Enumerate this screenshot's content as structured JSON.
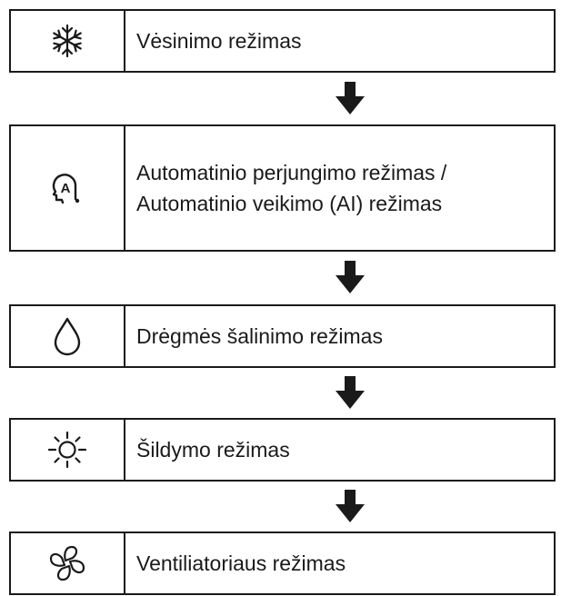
{
  "modes": [
    {
      "icon": "snowflake-icon",
      "label_lines": [
        "Vėsinimo režimas"
      ]
    },
    {
      "icon": "auto-mode-icon",
      "icon_text": "A",
      "label_lines": [
        "Automatinio perjungimo režimas /",
        "Automatinio veikimo (AI) režimas"
      ]
    },
    {
      "icon": "water-drop-icon",
      "label_lines": [
        "Drėgmės šalinimo režimas"
      ]
    },
    {
      "icon": "sun-icon",
      "label_lines": [
        "Šildymo režimas"
      ]
    },
    {
      "icon": "fan-icon",
      "label_lines": [
        "Ventiliatoriaus režimas"
      ]
    }
  ],
  "arrows": [
    {
      "icon": "arrow-down-icon"
    },
    {
      "icon": "arrow-down-icon"
    },
    {
      "icon": "arrow-down-icon"
    },
    {
      "icon": "arrow-down-icon"
    }
  ],
  "colors": {
    "line": "#1a1a1a",
    "background": "#ffffff"
  }
}
